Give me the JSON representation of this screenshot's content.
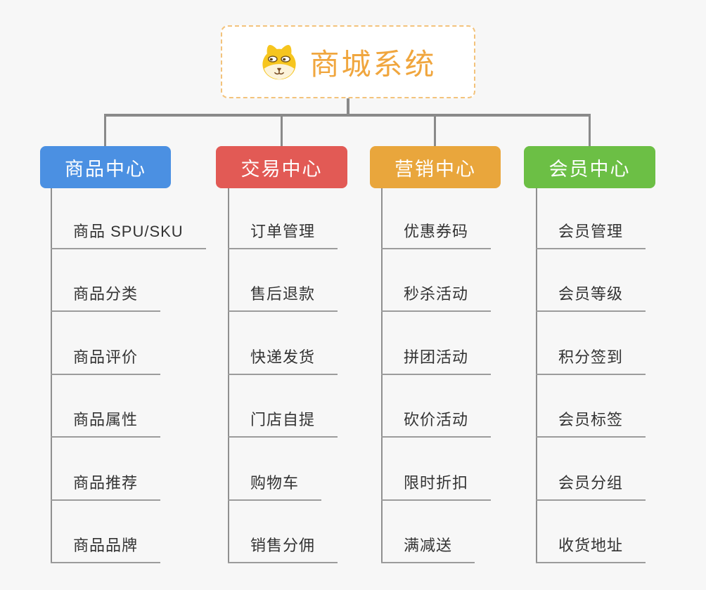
{
  "canvas": {
    "background": "#f7f7f7",
    "connector_color": "#8a8a8a",
    "underline_color": "#9c9c9c"
  },
  "root": {
    "title": "商城系统",
    "icon": "dog-face-icon",
    "title_color": "#f0a63e",
    "border_color": "#f3c37c",
    "background": "#ffffff"
  },
  "branches": [
    {
      "label": "商品中心",
      "color": "#4b90e2",
      "items": [
        "商品 SPU/SKU",
        "商品分类",
        "商品评价",
        "商品属性",
        "商品推荐",
        "商品品牌"
      ]
    },
    {
      "label": "交易中心",
      "color": "#e25a55",
      "items": [
        "订单管理",
        "售后退款",
        "快递发货",
        "门店自提",
        "购物车",
        "销售分佣"
      ]
    },
    {
      "label": "营销中心",
      "color": "#e9a63c",
      "items": [
        "优惠券码",
        "秒杀活动",
        "拼团活动",
        "砍价活动",
        "限时折扣",
        "满减送"
      ]
    },
    {
      "label": "会员中心",
      "color": "#6cbf45",
      "items": [
        "会员管理",
        "会员等级",
        "积分签到",
        "会员标签",
        "会员分组",
        "收货地址"
      ]
    }
  ]
}
